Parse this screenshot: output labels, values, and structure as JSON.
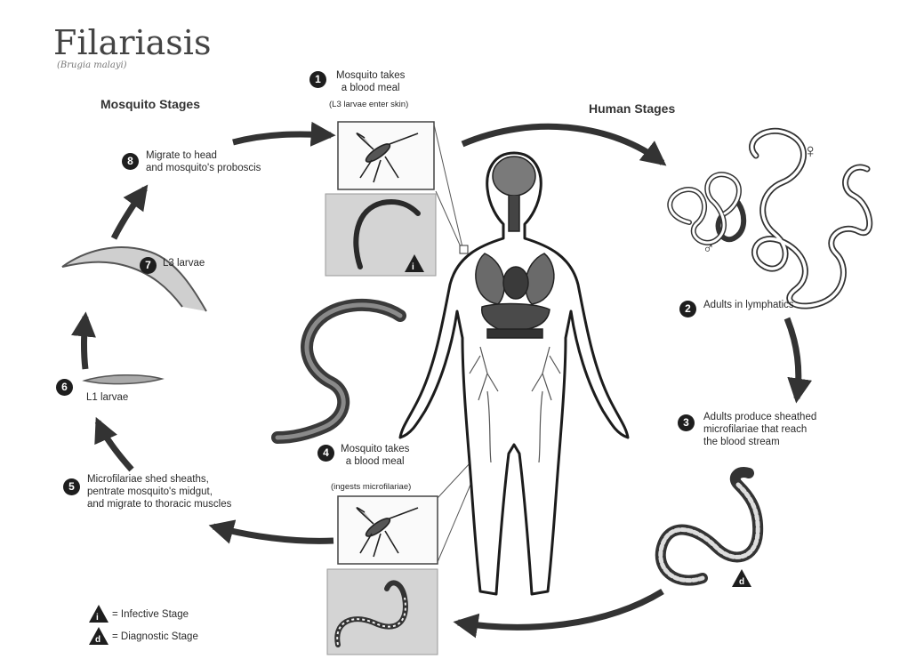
{
  "title": "Filariasis",
  "subtitle": "(Brugia malayi)",
  "sections": {
    "mosquito": "Mosquito Stages",
    "human": "Human Stages"
  },
  "steps": [
    {
      "num": "1",
      "text": "Mosquito takes\na blood meal",
      "note": "(L3 larvae enter skin)"
    },
    {
      "num": "2",
      "text": "Adults in lymphatics"
    },
    {
      "num": "3",
      "text": "Adults produce sheathed\nmicrofilariae that reach\nthe blood stream"
    },
    {
      "num": "4",
      "text": "Mosquito takes\na blood meal",
      "note": "(ingests microfilariae)"
    },
    {
      "num": "5",
      "text": "Microfilariae shed sheaths,\npentrate mosquito's midgut,\nand migrate to thoracic muscles"
    },
    {
      "num": "6",
      "text": "L1 larvae"
    },
    {
      "num": "7",
      "text": "L3 larvae"
    },
    {
      "num": "8",
      "text": "Migrate to head\nand mosquito's proboscis"
    }
  ],
  "sex_symbols": {
    "female": "♀",
    "male": "♂"
  },
  "legend": {
    "infective_mark": "i",
    "infective": "= Infective Stage",
    "diagnostic_mark": "d",
    "diagnostic": "= Diagnostic Stage"
  },
  "colors": {
    "arrow": "#3a3a3a",
    "body_outline": "#1c1c1c",
    "organs": "#5a5a5a",
    "panel": "#d4d4d4"
  }
}
